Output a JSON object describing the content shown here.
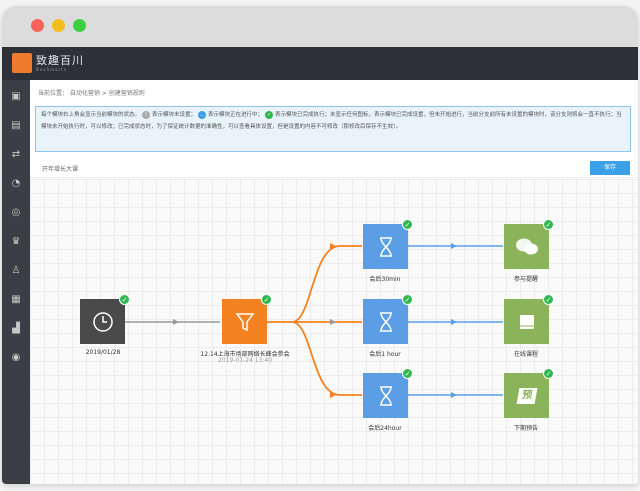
{
  "window": {
    "controls": [
      "close",
      "minimize",
      "maximize"
    ]
  },
  "brand": {
    "name": "致趣百川",
    "sub": "BeeSmarts",
    "logo_color": "#f07a2b"
  },
  "sidebar": {
    "items": [
      {
        "icon": "monitor-icon"
      },
      {
        "icon": "list-icon"
      },
      {
        "icon": "flow-icon"
      },
      {
        "icon": "pie-chart-icon"
      },
      {
        "icon": "target-icon"
      },
      {
        "icon": "crown-icon"
      },
      {
        "icon": "user-icon"
      },
      {
        "icon": "database-icon"
      },
      {
        "icon": "bar-chart-icon"
      },
      {
        "icon": "pin-icon"
      }
    ]
  },
  "breadcrumb": "当前位置： 自动化营销 > 创建营销规则",
  "notice": {
    "p1": "每个模块右上角会显示当前模块的状态。",
    "p2": "表示模块未设置；",
    "p3": "表示模块正在进行中；",
    "p4": "表示模块已完成执行；未显示任何图标，表示模块已完成设置，但未开始进行，当前分支前所有未设置的模块时，该分支则将会一直不执行；当模块未开始执行时，可以修改；已完成状态时，为了保证统计数据的准确性，可以查看具体设置，但是设置的内容不可修改（那修改后保存不生效）。"
  },
  "rule_name": "开年增长大课",
  "save_label": "保存",
  "colors": {
    "accent": "#3aa0e8",
    "orange": "#f58220",
    "blue_node": "#5b9ee6",
    "green_node": "#8bb35a",
    "dark_node": "#4a4a4a",
    "check": "#2fb84f"
  },
  "flow": {
    "start": {
      "label": "2019/01/28",
      "icon": "clock-icon"
    },
    "filter": {
      "label": "12.14上海市场部网络长峰会参会",
      "sub": "2019-01-24 13:40",
      "icon": "funnel-icon"
    },
    "waits": [
      {
        "label": "会后30min",
        "icon": "hourglass-icon"
      },
      {
        "label": "会后1 hour",
        "icon": "hourglass-icon"
      },
      {
        "label": "会后24hour",
        "icon": "hourglass-icon"
      }
    ],
    "actions": [
      {
        "label": "参与提醒",
        "icon": "wechat-icon"
      },
      {
        "label": "在线课程",
        "icon": "book-icon"
      },
      {
        "label": "下期预告",
        "icon": "preview-icon",
        "glyph": "预"
      }
    ]
  }
}
